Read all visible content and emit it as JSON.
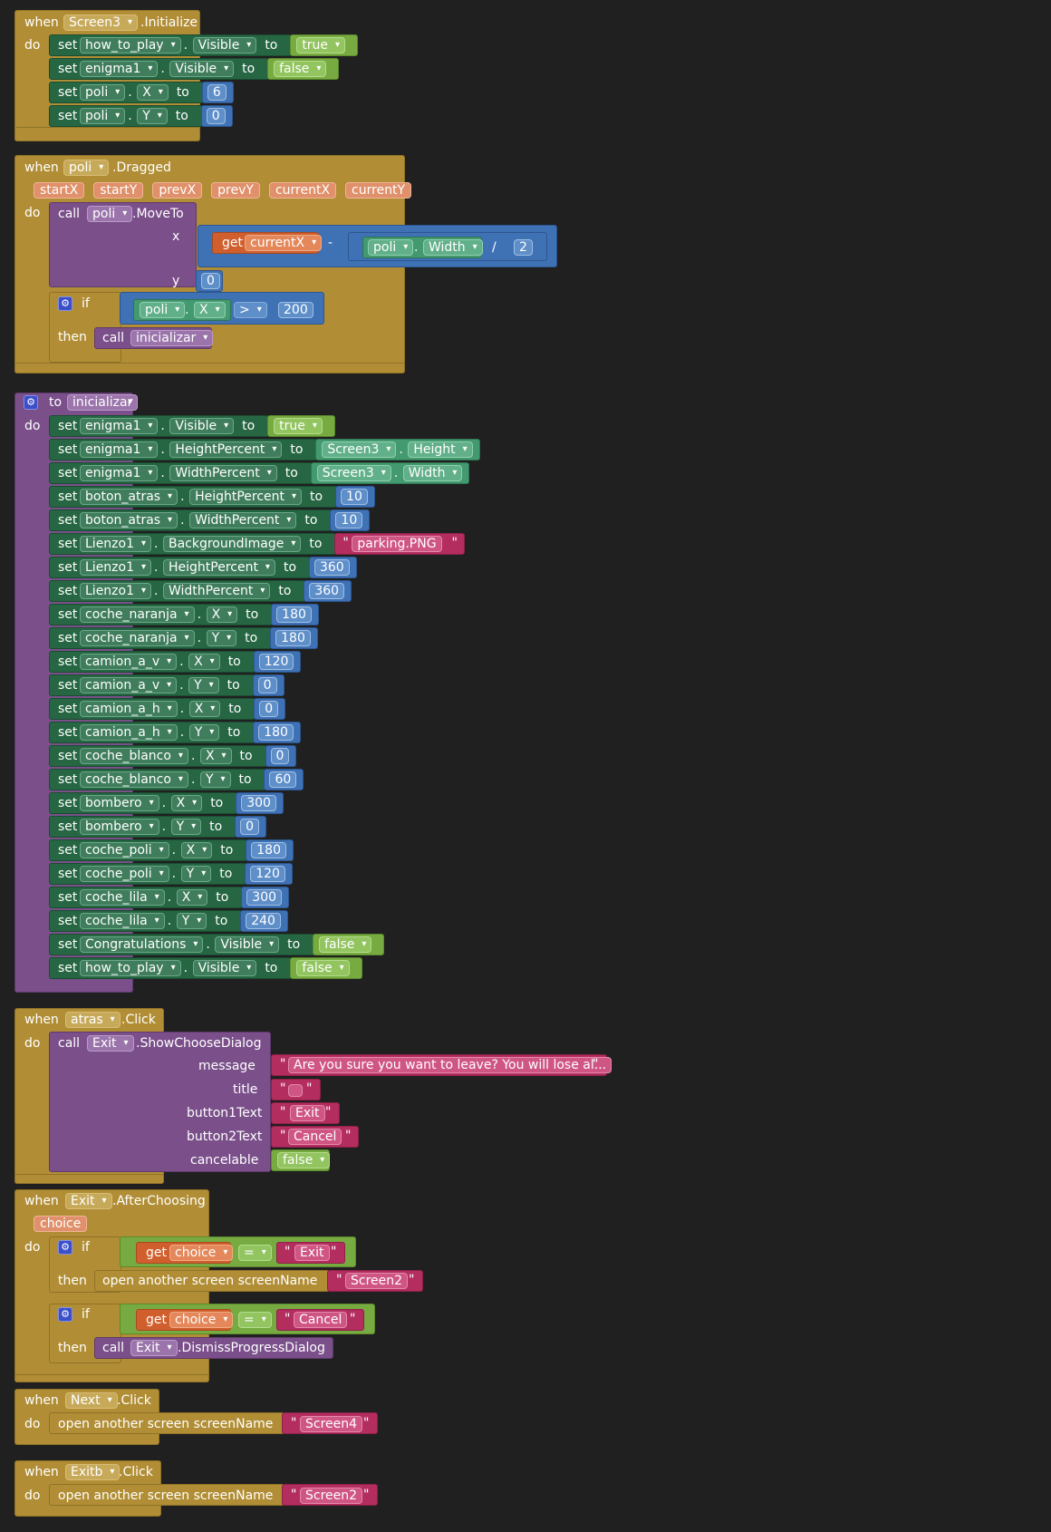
{
  "kw": {
    "when": "when",
    "do": "do",
    "set": "set",
    "to": "to",
    "call": "call",
    "if": "if",
    "then": "then",
    "get": "get",
    "x": "x",
    "y": "y",
    "message": "message",
    "title": "title",
    "button1Text": "button1Text",
    "button2Text": "button2Text",
    "cancelable": "cancelable",
    "open_screen": "open another screen  screenName",
    "quote": "\"",
    "dot": "."
  },
  "e1": {
    "comp": "Screen3",
    "event": ".Initialize",
    "rows": [
      {
        "comp": "how_to_play",
        "prop": "Visible",
        "val": "true",
        "vt": "logic"
      },
      {
        "comp": "enigma1",
        "prop": "Visible",
        "val": "false",
        "vt": "logic"
      },
      {
        "comp": "poli",
        "prop": "X",
        "val": "6",
        "vt": "num"
      },
      {
        "comp": "poli",
        "prop": "Y",
        "val": "0",
        "vt": "num"
      }
    ]
  },
  "e2": {
    "comp": "poli",
    "event": ".Dragged",
    "params": [
      "startX",
      "startY",
      "prevX",
      "prevY",
      "currentX",
      "currentY"
    ],
    "method": ".MoveTo",
    "call_comp": "poli",
    "get_var": "currentX",
    "minus": "-",
    "w_comp": "poli",
    "w_prop": "Width",
    "div": "/",
    "div_val": "2",
    "y_val": "0",
    "if_comp": "poli",
    "if_prop": "X",
    "cmp_op": ">",
    "cmp_val": "200",
    "then_proc": "inicializar"
  },
  "e3": {
    "proc": "inicializar",
    "to": "to",
    "rows": [
      {
        "comp": "enigma1",
        "prop": "Visible",
        "val": "true",
        "vt": "logic"
      },
      {
        "comp": "enigma1",
        "prop": "HeightPercent",
        "val": "Height",
        "vt": "screen",
        "scr": "Screen3"
      },
      {
        "comp": "enigma1",
        "prop": "WidthPercent",
        "val": "Width",
        "vt": "screen",
        "scr": "Screen3"
      },
      {
        "comp": "boton_atras",
        "prop": "HeightPercent",
        "val": "10",
        "vt": "num"
      },
      {
        "comp": "boton_atras",
        "prop": "WidthPercent",
        "val": "10",
        "vt": "num"
      },
      {
        "comp": "Lienzo1",
        "prop": "BackgroundImage",
        "val": "parking.PNG",
        "vt": "txt"
      },
      {
        "comp": "Lienzo1",
        "prop": "HeightPercent",
        "val": "360",
        "vt": "num"
      },
      {
        "comp": "Lienzo1",
        "prop": "WidthPercent",
        "val": "360",
        "vt": "num"
      },
      {
        "comp": "coche_naranja",
        "prop": "X",
        "val": "180",
        "vt": "num"
      },
      {
        "comp": "coche_naranja",
        "prop": "Y",
        "val": "180",
        "vt": "num"
      },
      {
        "comp": "camion_a_v",
        "prop": "X",
        "val": "120",
        "vt": "num"
      },
      {
        "comp": "camion_a_v",
        "prop": "Y",
        "val": "0",
        "vt": "num"
      },
      {
        "comp": "camion_a_h",
        "prop": "X",
        "val": "0",
        "vt": "num"
      },
      {
        "comp": "camion_a_h",
        "prop": "Y",
        "val": "180",
        "vt": "num"
      },
      {
        "comp": "coche_blanco",
        "prop": "X",
        "val": "0",
        "vt": "num"
      },
      {
        "comp": "coche_blanco",
        "prop": "Y",
        "val": "60",
        "vt": "num"
      },
      {
        "comp": "bombero",
        "prop": "X",
        "val": "300",
        "vt": "num"
      },
      {
        "comp": "bombero",
        "prop": "Y",
        "val": "0",
        "vt": "num"
      },
      {
        "comp": "coche_poli",
        "prop": "X",
        "val": "180",
        "vt": "num"
      },
      {
        "comp": "coche_poli",
        "prop": "Y",
        "val": "120",
        "vt": "num"
      },
      {
        "comp": "coche_lila",
        "prop": "X",
        "val": "300",
        "vt": "num"
      },
      {
        "comp": "coche_lila",
        "prop": "Y",
        "val": "240",
        "vt": "num"
      },
      {
        "comp": "Congratulations",
        "prop": "Visible",
        "val": "false",
        "vt": "logic"
      },
      {
        "comp": "how_to_play",
        "prop": "Visible",
        "val": "false",
        "vt": "logic"
      }
    ]
  },
  "e4": {
    "comp": "atras",
    "event": ".Click",
    "call_comp": "Exit",
    "method": ".ShowChooseDialog",
    "message": "Are you sure you want to leave? You will lose al...",
    "title": "",
    "button1Text": "Exit",
    "button2Text": "Cancel",
    "cancelable": "false"
  },
  "e5": {
    "comp": "Exit",
    "event": ".AfterChoosing",
    "param": "choice",
    "get_var": "choice",
    "eq": "=",
    "if1_val": "Exit",
    "then1_screen": "Screen2",
    "if2_val": "Cancel",
    "then2_comp": "Exit",
    "then2_method": ".DismissProgressDialog"
  },
  "e6": {
    "comp": "Next",
    "event": ".Click",
    "screen": "Screen4"
  },
  "e7": {
    "comp": "Exitb",
    "event": ".Click",
    "screen": "Screen2"
  }
}
